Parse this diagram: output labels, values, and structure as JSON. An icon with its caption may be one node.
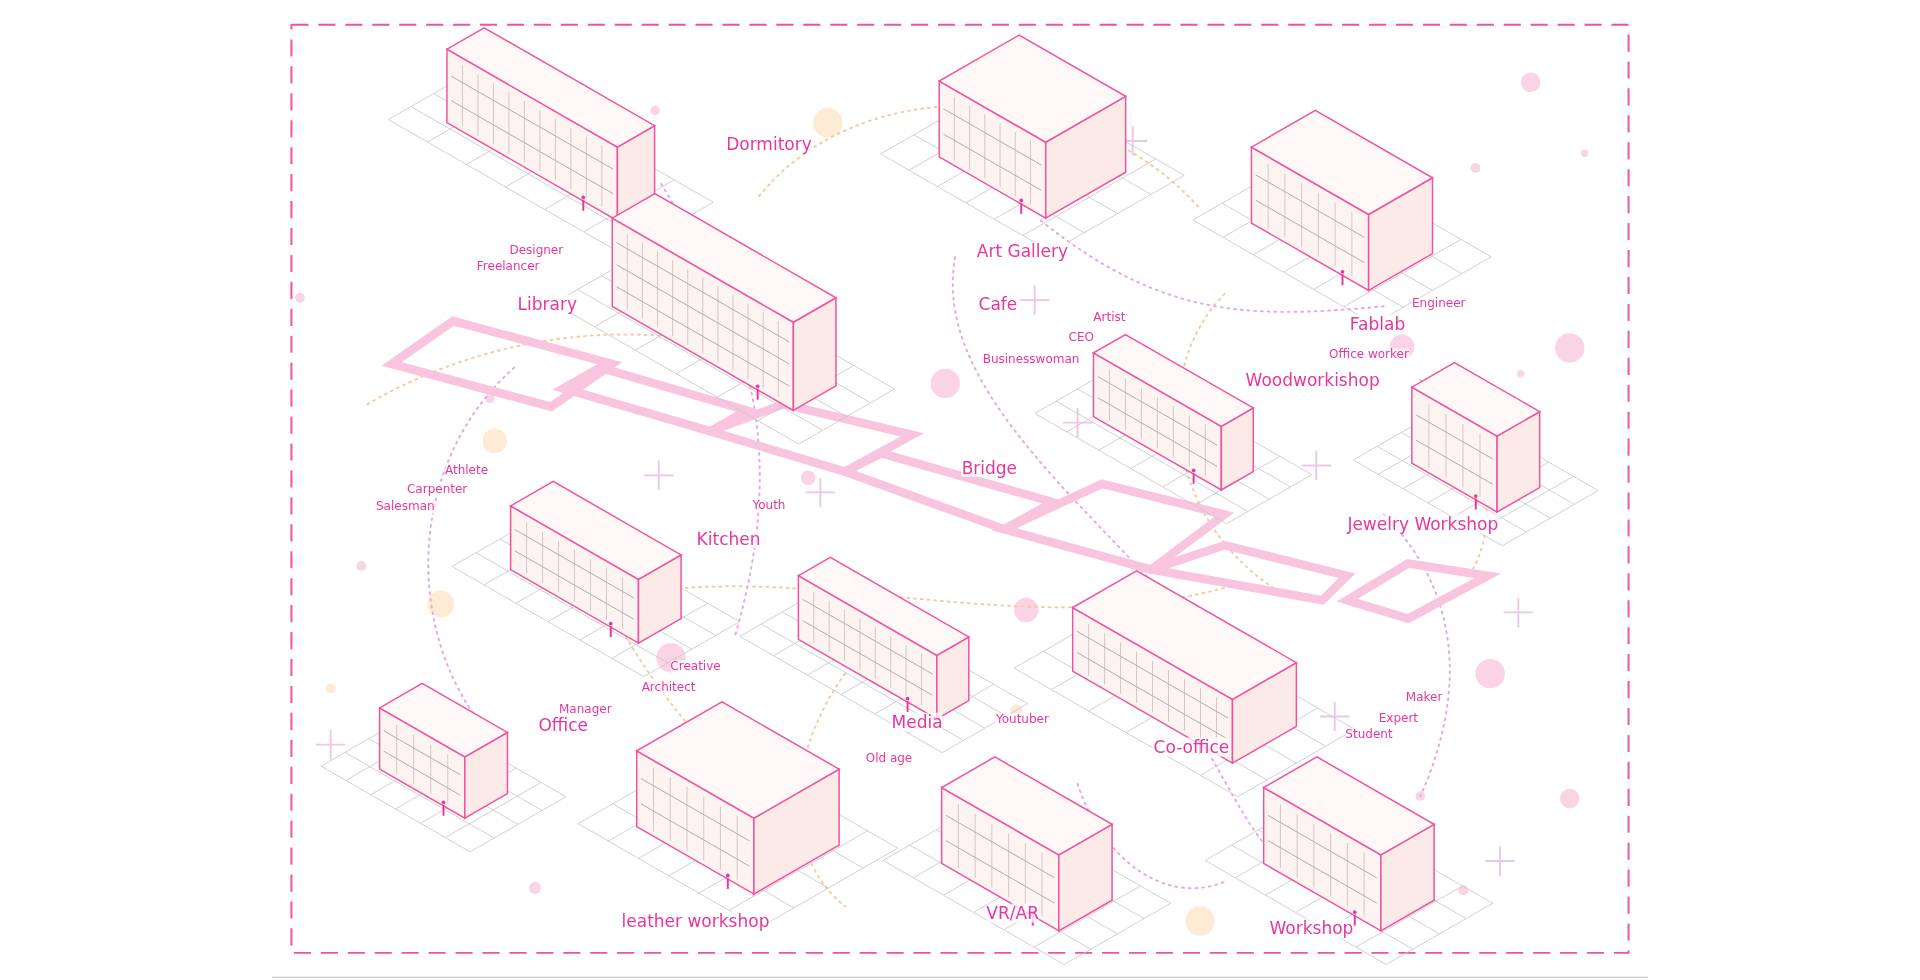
{
  "diagram": {
    "labels": [
      "Dormitory",
      "Designer",
      "Freelancer",
      "Art Gallery",
      "Library",
      "Cafe",
      "Engineer",
      "Artist",
      "Fablab",
      "CEO",
      "Office worker",
      "Businesswoman",
      "Woodworkishop",
      "Bridge",
      "Athlete",
      "Carpenter",
      "Salesman",
      "Youth",
      "Jewelry Workshop",
      "Kitchen",
      "Creative",
      "Architect",
      "Maker",
      "Manager",
      "Expert",
      "Youtuber",
      "Media",
      "Office",
      "Student",
      "Co-office",
      "Old age",
      "leather workshop",
      "VR/AR",
      "Workshop"
    ]
  }
}
